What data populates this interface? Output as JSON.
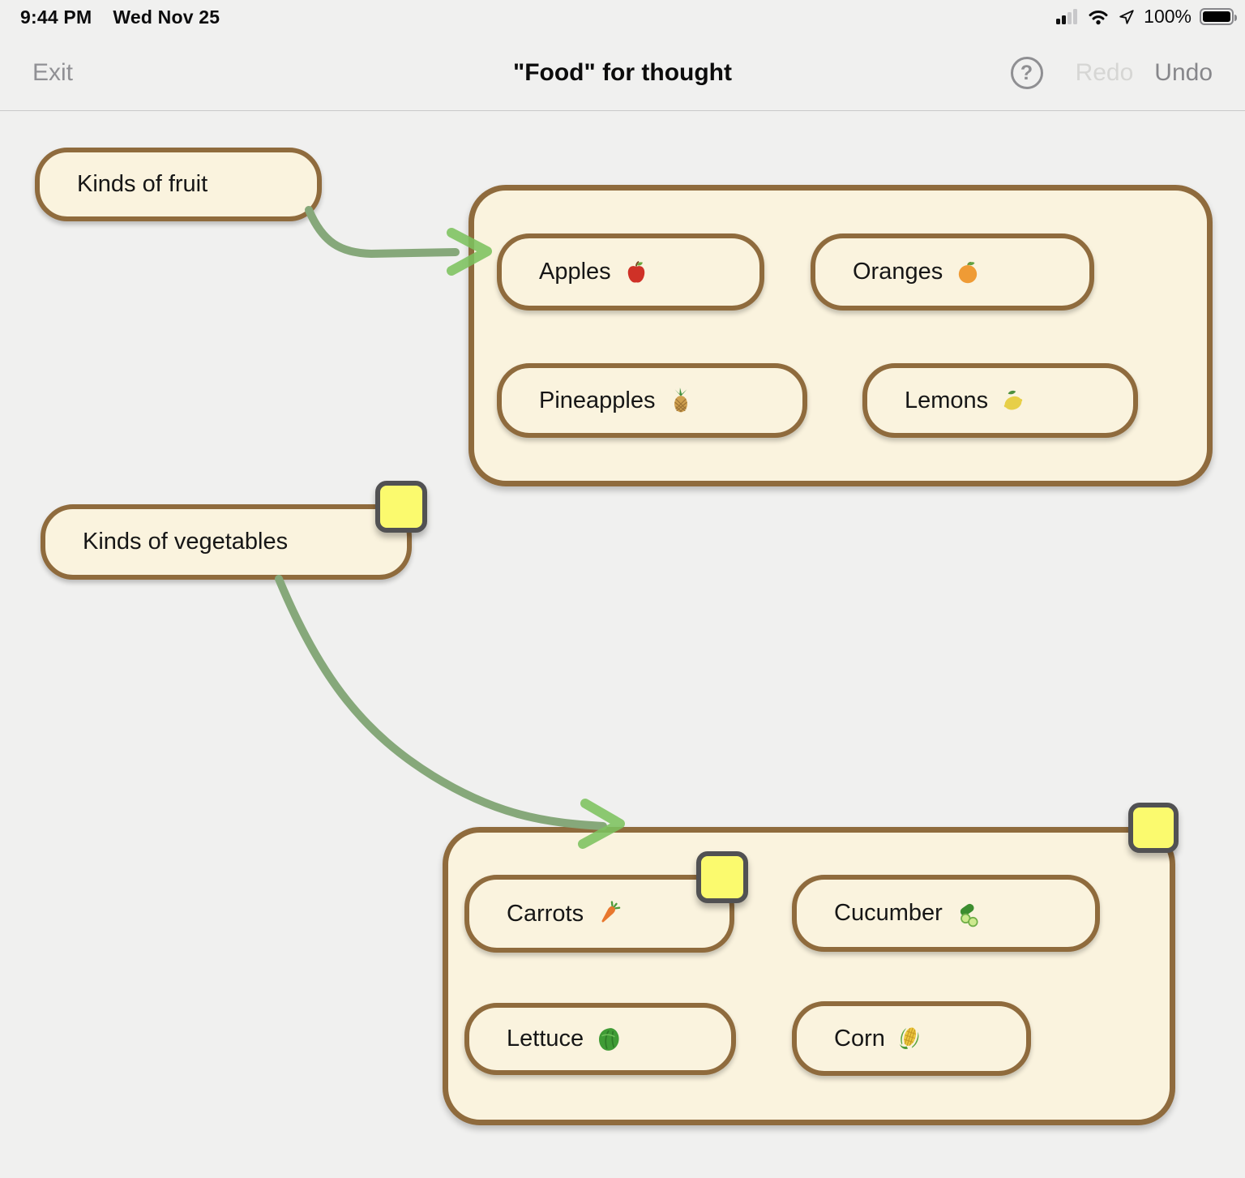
{
  "status_bar": {
    "time": "9:44 PM",
    "date": "Wed Nov 25",
    "battery_percent": "100%",
    "icons": [
      "cellular-signal-icon",
      "wifi-icon",
      "location-arrow-icon",
      "battery-icon"
    ]
  },
  "nav_bar": {
    "exit_label": "Exit",
    "title": "\"Food\" for thought",
    "help_label": "?",
    "redo_label": "Redo",
    "undo_label": "Undo"
  },
  "canvas": {
    "parent_nodes": {
      "fruit": {
        "label": "Kinds of fruit"
      },
      "vegetables": {
        "label": "Kinds of vegetables",
        "has_note_badge": true
      }
    },
    "fruit_group": {
      "items": [
        {
          "label": "Apples",
          "emoji": "🍎"
        },
        {
          "label": "Oranges",
          "emoji": "🍊"
        },
        {
          "label": "Pineapples",
          "emoji": "🍍"
        },
        {
          "label": "Lemons",
          "emoji": "🍋"
        }
      ]
    },
    "vegetable_group": {
      "has_note_badge": true,
      "items": [
        {
          "label": "Carrots",
          "emoji": "🥕",
          "has_note_badge": true
        },
        {
          "label": "Cucumber",
          "emoji": "🥒"
        },
        {
          "label": "Lettuce",
          "emoji": "🥬"
        },
        {
          "label": "Corn",
          "emoji": "🌽"
        }
      ]
    },
    "connectors": [
      {
        "from": "Kinds of fruit",
        "to": "fruit group"
      },
      {
        "from": "Kinds of vegetables",
        "to": "vegetable group"
      }
    ]
  },
  "colors": {
    "background": "#f0f0ef",
    "node_fill": "#faf3de",
    "node_border": "#8f6b3d",
    "arrow_line": "#86a87a",
    "arrow_head": "#7cc15f",
    "note_badge_fill": "#fbfa6e",
    "note_badge_border": "#515153"
  }
}
